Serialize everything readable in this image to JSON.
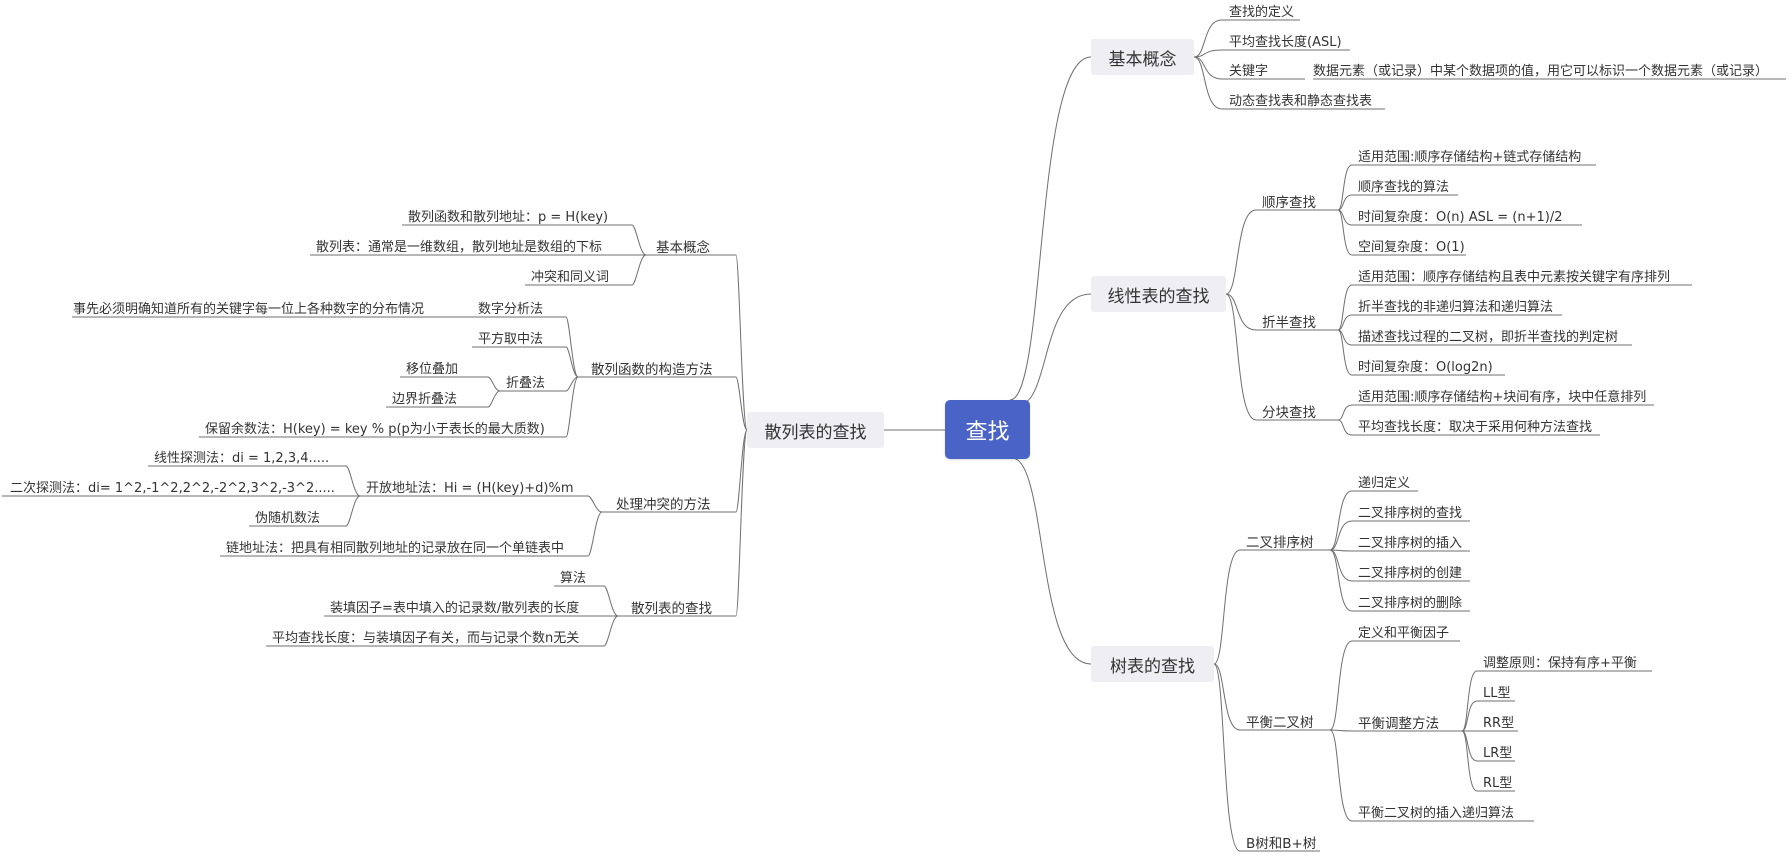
{
  "root": "查找",
  "right": {
    "basic": {
      "title": "基本概念",
      "items": [
        "查找的定义",
        "平均查找长度(ASL)",
        "关键字",
        "动态查找表和静态查找表"
      ],
      "keyword_desc": "数据元素（或记录）中某个数据项的值，用它可以标识一个数据元素（或记录）"
    },
    "linear": {
      "title": "线性表的查找",
      "sequential": {
        "title": "顺序查找",
        "items": [
          "适用范围:顺序存储结构+链式存储结构",
          "顺序查找的算法",
          "时间复杂度：O(n)   ASL = (n+1)/2",
          "空间复杂度：O(1)"
        ]
      },
      "binary": {
        "title": "折半查找",
        "items": [
          "适用范围：顺序存储结构且表中元素按关键字有序排列",
          "折半查找的非递归算法和递归算法",
          "描述查找过程的二叉树，即折半查找的判定树",
          "时间复杂度：O(log2n)"
        ]
      },
      "block": {
        "title": "分块查找",
        "items": [
          "适用范围:顺序存储结构+块间有序，块中任意排列",
          "平均查找长度：取决于采用何种方法查找"
        ]
      }
    },
    "tree": {
      "title": "树表的查找",
      "bst": {
        "title": "二叉排序树",
        "items": [
          "递归定义",
          "二叉排序树的查找",
          "二叉排序树的插入",
          "二叉排序树的创建",
          "二叉排序树的删除"
        ]
      },
      "avl": {
        "title": "平衡二叉树",
        "def": "定义和平衡因子",
        "adjust": {
          "title": "平衡调整方法",
          "items": [
            "调整原则：保持有序+平衡",
            "LL型",
            "RR型",
            "LR型",
            "RL型"
          ]
        },
        "insert": "平衡二叉树的插入递归算法"
      },
      "btree": "B树和B+树"
    }
  },
  "left": {
    "title": "散列表的查找",
    "basic": {
      "title": "基本概念",
      "items": [
        "散列函数和散列地址：p = H(key)",
        "散列表：通常是一维数组，散列地址是数组的下标",
        "冲突和同义词"
      ]
    },
    "construct": {
      "title": "散列函数的构造方法",
      "digit": "数字分析法",
      "digit_note": "事先必须明确知道所有的关键字每一位上各种数字的分布情况",
      "square": "平方取中法",
      "fold": {
        "title": "折叠法",
        "items": [
          "移位叠加",
          "边界折叠法"
        ]
      },
      "remainder": "保留余数法：H(key) = key % p(p为小于表长的最大质数)"
    },
    "collision": {
      "title": "处理冲突的方法",
      "open": {
        "title": "开放地址法：Hi = (H(key)+d)%m",
        "items": [
          "线性探测法：di = 1,2,3,4.....",
          "二次探测法：di= 1^2,-1^2,2^2,-2^2,3^2,-3^2.....",
          "伪随机数法"
        ]
      },
      "chain": "链地址法：把具有相同散列地址的记录放在同一个单链表中"
    },
    "search": {
      "title": "散列表的查找",
      "items": [
        "算法",
        "装填因子=表中填入的记录数/散列表的长度",
        "平均查找长度：与装填因子有关，而与记录个数n无关"
      ]
    }
  },
  "colors": {
    "central": "#4a63c7",
    "main_bg": "#eeeef3",
    "line": "#6f6f6f"
  }
}
